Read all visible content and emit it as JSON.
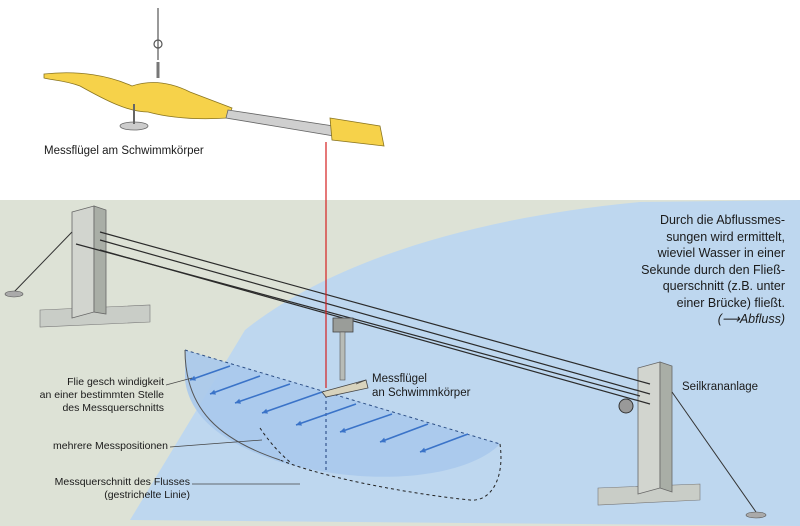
{
  "caption_top": "Messflügel am Schwimmkörper",
  "description": {
    "lines": [
      "Durch die Abflussmes-",
      "sungen wird ermittelt,",
      "wieviel Wasser in einer",
      "Sekunde durch den Fließ-",
      "querschnitt (z.B. unter",
      "einer Brücke) fließt."
    ],
    "reference": "(⟶Abfluss)"
  },
  "labels": {
    "messfluegel_lines": [
      "Messflügel",
      "an Schwimmkörper"
    ],
    "seilkrananlage": "Seilkrananlage",
    "fliessgeschwindigkeit_lines": [
      "Flie gesch windigkeit",
      "an einer bestimmten Stelle",
      "des Messquerschnitts"
    ],
    "messpositionen": "mehrere Messpositionen",
    "messquerschnitt_lines": [
      "Messquerschnitt des Flusses",
      "(gestrichelte Linie)"
    ]
  },
  "colors": {
    "ground": "#dde2d6",
    "water": "#bed7ef",
    "water_section": "#a9c9ec",
    "arrows": "#3a73c8",
    "red_line": "#d42020",
    "device_yellow": "#f6d24a",
    "cable": "#2b2b2b",
    "pillar": "#c8ccc6"
  }
}
